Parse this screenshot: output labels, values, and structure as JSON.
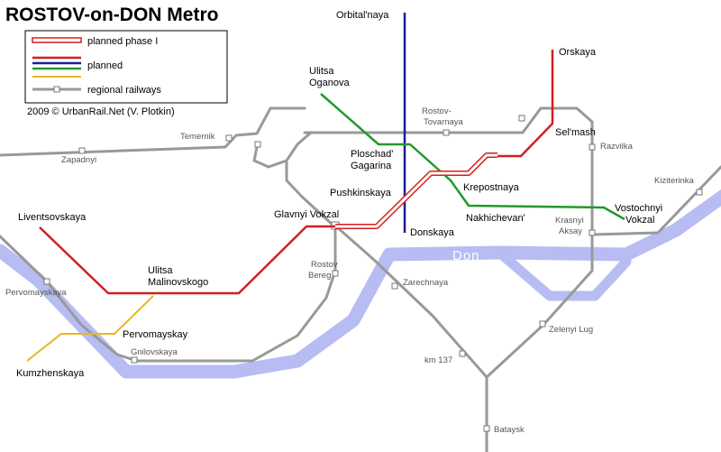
{
  "title": "ROSTOV-on-DON Metro",
  "legend": {
    "items": [
      {
        "label": "planned phase I",
        "type": "phase1",
        "color": "#d31f1f"
      },
      {
        "label": "planned",
        "type": "planned",
        "colors": [
          "#d31f1f",
          "#1b1f8f",
          "#22992a"
        ]
      },
      {
        "label": "regional railways",
        "type": "rail",
        "color": "#999999"
      }
    ],
    "extra_line_color": "#e6b820"
  },
  "copyright": "2009 © UrbanRail.Net (V. Plotkin)",
  "river_label": "Don",
  "colors": {
    "red": "#d31f1f",
    "blue": "#1b1f8f",
    "green": "#22992a",
    "yellow": "#e6b820",
    "rail": "#999999",
    "river": "#b7bcf2"
  },
  "stations": {
    "orbitalnaya": "Orbital'naya",
    "orskaya": "Orskaya",
    "ulitsa_oganova": [
      "Ulitsa",
      "Oganova"
    ],
    "rostov_tovarnaya": [
      "Rostov-",
      "Tovarnaya"
    ],
    "selmash": "Sel'mash",
    "razvilka": "Razvilka",
    "temernik": "Temernik",
    "zapadnyi": "Zapadnyi",
    "ploschad_gagarina": [
      "Ploschad'",
      "Gagarina"
    ],
    "kiziterinka": "Kiziterinka",
    "pushkinskaya": "Pushkinskaya",
    "krepostnaya": "Krepostnaya",
    "liventsovskaya": "Liventsovskaya",
    "glavnyi_vokzal": "Glavnyi Vokzal",
    "vostochnyi_vokzal": [
      "Vostochnyi",
      "Vokzal"
    ],
    "nakhichevan": "Nakhichevan'",
    "krasnyi_aksay": [
      "Krasnyi",
      "Aksay"
    ],
    "donskaya": "Donskaya",
    "rostov_bereg": [
      "Rostov",
      "Bereg"
    ],
    "ulitsa_malinovskogo": [
      "Ulitsa",
      "Malinovskogo"
    ],
    "pervomayskaya": "Pervomayskaya",
    "zarechnaya": "Zarechnaya",
    "pervomayskay": "Pervomayskay",
    "zelenyi_lug": "Zelenyi Lug",
    "gnilovskaya": "Gnilovskaya",
    "km137": "km 137",
    "kumzhenskaya": "Kumzhenskaya",
    "bataysk": "Bataysk"
  }
}
